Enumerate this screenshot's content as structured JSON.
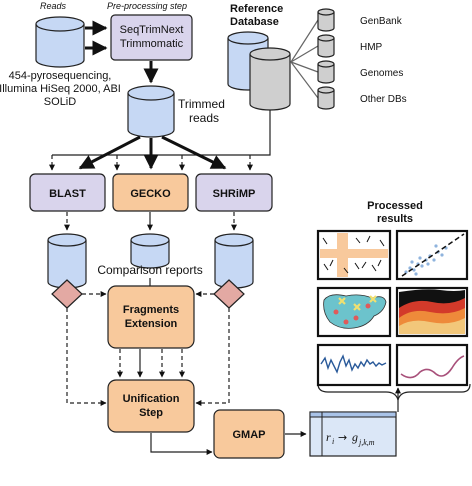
{
  "labels": {
    "reads": "Reads",
    "preprocessing_step": "Pre-processing step",
    "seqtrim_line1": "SeqTrimNext",
    "seqtrim_line2": "Trimmomatic",
    "platforms_line1": "454-pyrosequencing,",
    "platforms_line2": "Illumina HiSeq 2000, ABI",
    "platforms_line3": "SOLiD",
    "reference_db_line1": "Reference",
    "reference_db_line2": "Database",
    "genbank": "GenBank",
    "hmp": "HMP",
    "genomes": "Genomes",
    "other_dbs": "Other DBs",
    "trimmed_line1": "Trimmed",
    "trimmed_line2": "reads",
    "blast": "BLAST",
    "gecko": "GECKO",
    "shrimp": "SHRiMP",
    "processed_line1": "Processed",
    "processed_line2": "results",
    "comparison_reports": "Comparison reports",
    "fragments_line1": "Fragments",
    "fragments_line2": "Extension",
    "unification_line1": "Unification",
    "unification_line2": "Step",
    "gmap": "GMAP",
    "formula_left": "r",
    "formula_left_sub": "i",
    "formula_arrow": "→",
    "formula_right": "g",
    "formula_right_sub": "j,k,m"
  },
  "colors": {
    "purple_box": "#d9d4ec",
    "orange_box": "#f8c99c",
    "blue_cylinder": "#c6d8f4",
    "gray_cylinder": "#cfcfcf",
    "diamond": "#e3a9a3"
  },
  "icons": {
    "panel_1": "bar-overlay-icon",
    "panel_2": "scatter-trend-icon",
    "panel_3": "map-markers-icon",
    "panel_4": "stacked-area-icon",
    "panel_5": "noisy-line-icon",
    "panel_6": "smooth-line-icon"
  }
}
